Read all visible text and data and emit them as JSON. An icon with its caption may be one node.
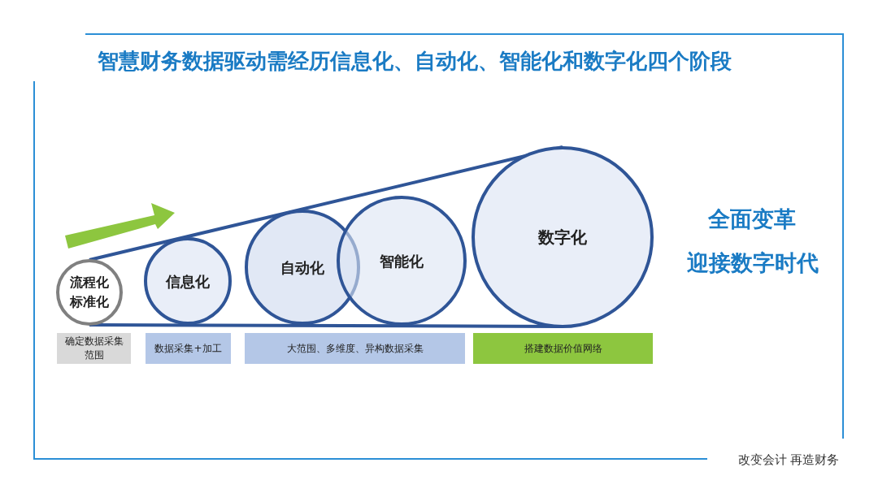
{
  "diagram": {
    "title": "智慧财务数据驱动需经历信息化、自动化、智能化和数字化四个阶段",
    "nodes": [
      {
        "text": [
          "流程化标准化"
        ]
      },
      {
        "text": [
          "信息化"
        ]
      },
      {
        "text": [
          "自动化"
        ]
      },
      {
        "text": [
          "智能化"
        ]
      },
      {
        "text": [
          "数字化"
        ]
      },
      {
        "text": [
          "确定数据采集范围"
        ]
      },
      {
        "text": [
          "数据采集+加工"
        ]
      },
      {
        "text": [
          "大范围、多维度、异构数据采集"
        ]
      },
      {
        "text": [
          "搭建数据价值网络"
        ]
      }
    ],
    "edges": [],
    "labels": [
      "全面变革",
      "迎接数字时代",
      "改变会计 再造财务"
    ]
  }
}
